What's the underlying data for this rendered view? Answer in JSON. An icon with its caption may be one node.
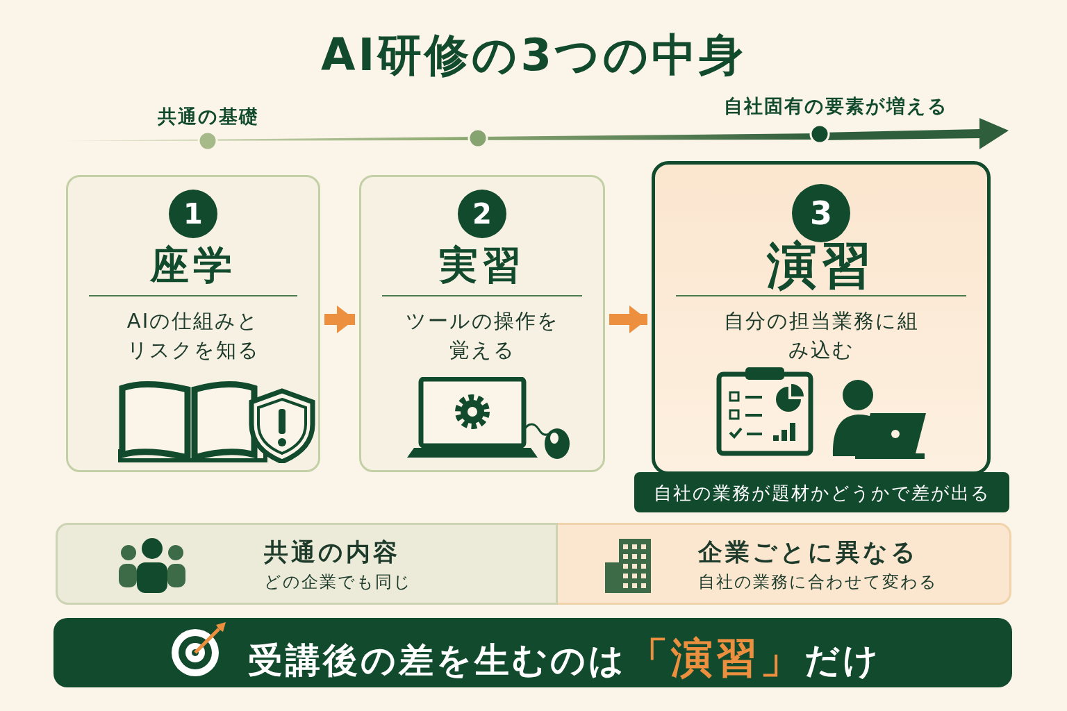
{
  "diagram": {
    "title": "AI研修の3つの中身",
    "nodes": [
      {
        "text": [
          "1",
          "座学",
          "AIの仕組みとリスクを知る"
        ]
      },
      {
        "text": [
          "2",
          "実習",
          "ツールの操作を覚える"
        ]
      },
      {
        "text": [
          "3",
          "演習",
          "自分の担当業務に組み込む"
        ]
      },
      {
        "text": [
          "自社の業務が題材かどうかで差が出る"
        ]
      },
      {
        "text": [
          "共通の内容",
          "どの企業でも同じ"
        ]
      },
      {
        "text": [
          "企業ごとに異なる",
          "自社の業務に合わせて変わる"
        ]
      },
      {
        "text": [
          "受講後の差を生むのは**「演習」**だけ"
        ]
      }
    ],
    "edges": [
      {
        "from": 0,
        "to": 1,
        "arrow": "to"
      },
      {
        "from": 1,
        "to": 2,
        "arrow": "to"
      }
    ],
    "labels": [
      "共通の基礎",
      "自社固有の要素が増える"
    ]
  }
}
